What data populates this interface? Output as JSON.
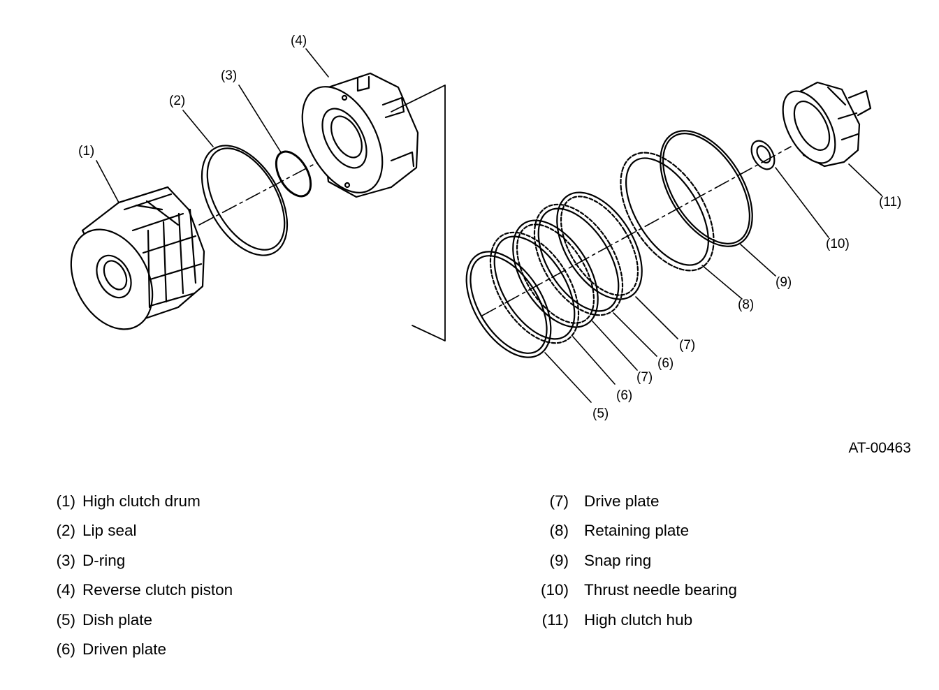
{
  "figure_id": "AT-00463",
  "callouts": [
    "(1)",
    "(2)",
    "(3)",
    "(4)",
    "(5)",
    "(6)",
    "(6)",
    "(7)",
    "(7)",
    "(8)",
    "(9)",
    "(10)",
    "(11)"
  ],
  "legend": {
    "left": [
      {
        "num": "(1)",
        "text": "High clutch drum"
      },
      {
        "num": "(2)",
        "text": "Lip seal"
      },
      {
        "num": "(3)",
        "text": "D-ring"
      },
      {
        "num": "(4)",
        "text": "Reverse clutch piston"
      },
      {
        "num": "(5)",
        "text": "Dish plate"
      },
      {
        "num": "(6)",
        "text": "Driven plate"
      }
    ],
    "right": [
      {
        "num": "(7)",
        "text": "Drive plate"
      },
      {
        "num": "(8)",
        "text": "Retaining plate"
      },
      {
        "num": "(9)",
        "text": "Snap ring"
      },
      {
        "num": "(10)",
        "text": "Thrust needle bearing"
      },
      {
        "num": "(11)",
        "text": "High clutch hub"
      }
    ]
  }
}
